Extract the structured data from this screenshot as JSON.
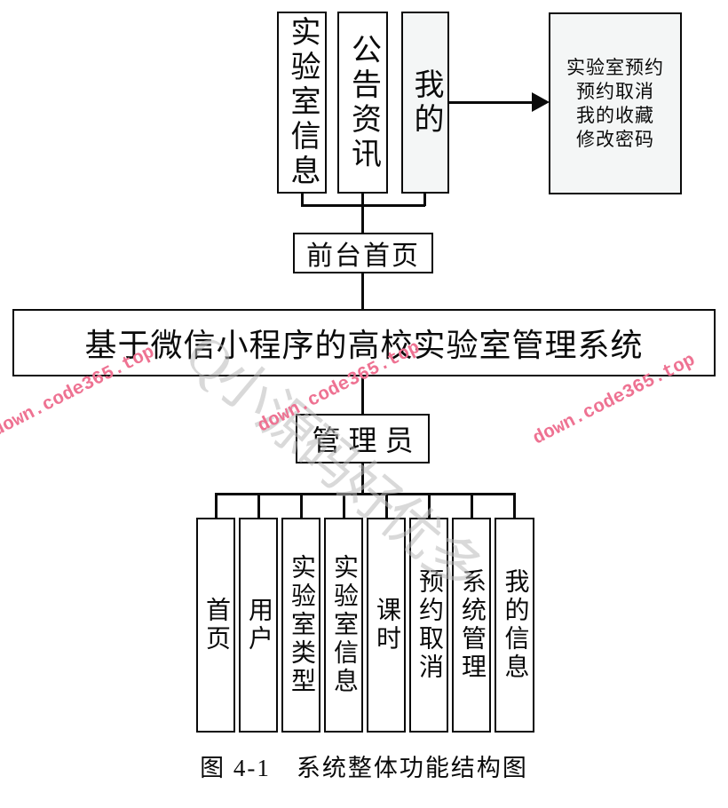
{
  "title": "基于微信小程序的高校实验室管理系统",
  "front": {
    "home": "前台首页",
    "modules": [
      "实验室信息",
      "公告资讯",
      "我的"
    ],
    "mine_features": [
      "实验室预约",
      "预约取消",
      "我的收藏",
      "修改密码"
    ]
  },
  "admin": {
    "label": "管理员",
    "modules": [
      "首页",
      "用户",
      "实验室类型",
      "实验室信息",
      "课时",
      "预约取消",
      "系统管理",
      "我的信息"
    ]
  },
  "caption": "图 4-1　系统整体功能结构图",
  "watermarks": {
    "red_text": "down.code365.top",
    "red_color": "#ee7292",
    "gray_text": "Q小源码好优多",
    "gray_color": "rgba(185,185,185,0.55)"
  },
  "colors": {
    "line": "#0a0a0a",
    "background": "#ffffff"
  }
}
